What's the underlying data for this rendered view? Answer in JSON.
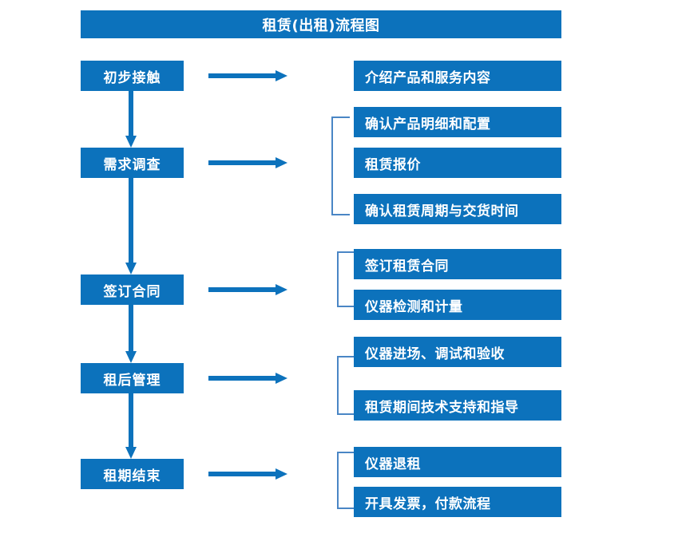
{
  "diagram": {
    "title": "租赁(出租)流程图",
    "colors": {
      "box_fill": "#0c72bc",
      "box_text": "#ffffff",
      "arrow": "#0c72bc",
      "bracket": "#4a86c5",
      "background": "#ffffff"
    },
    "stages": [
      {
        "label": "初步接触"
      },
      {
        "label": "需求调查"
      },
      {
        "label": "签订合同"
      },
      {
        "label": "租后管理"
      },
      {
        "label": "租期结束"
      }
    ],
    "groups": [
      {
        "stage": "初步接触",
        "has_bracket": false,
        "items": [
          {
            "label": "介绍产品和服务内容"
          }
        ]
      },
      {
        "stage": "需求调查",
        "has_bracket": true,
        "items": [
          {
            "label": "确认产品明细和配置"
          },
          {
            "label": "租赁报价"
          },
          {
            "label": "确认租赁周期与交货时间"
          }
        ]
      },
      {
        "stage": "签订合同",
        "has_bracket": true,
        "items": [
          {
            "label": "签订租赁合同"
          },
          {
            "label": "仪器检测和计量"
          }
        ]
      },
      {
        "stage": "租后管理",
        "has_bracket": true,
        "items": [
          {
            "label": "仪器进场、调试和验收"
          },
          {
            "label": "租赁期间技术支持和指导"
          }
        ]
      },
      {
        "stage": "租期结束",
        "has_bracket": true,
        "items": [
          {
            "label": "仪器退租"
          },
          {
            "label": "开具发票，付款流程"
          }
        ]
      }
    ],
    "connectors": {
      "horizontal_arrow_count": 5,
      "vertical_arrow_count": 4,
      "icon": "arrow-right-icon"
    }
  }
}
